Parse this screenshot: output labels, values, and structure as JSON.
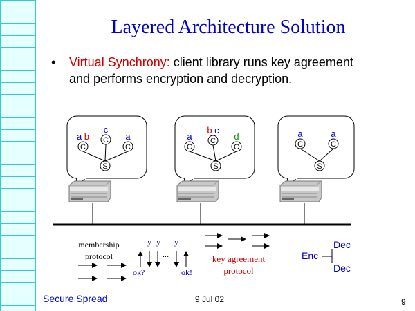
{
  "slide": {
    "title": "Layered Architecture Solution",
    "bullet": {
      "highlight": "Virtual Synchrony:",
      "text": " client library runs key agreement and performs encryption and decryption."
    }
  },
  "diagram": {
    "servers": [
      {
        "server_label": "S",
        "clients": [
          {
            "label": "C",
            "tags": [
              {
                "text": "a",
                "color": "#0000cc"
              },
              {
                "text": "b",
                "color": "#cc0000"
              }
            ]
          },
          {
            "label": "C",
            "tags": [
              {
                "text": "c",
                "color": "#0000cc"
              }
            ]
          },
          {
            "label": "C",
            "tags": [
              {
                "text": "a",
                "color": "#0000cc"
              }
            ]
          }
        ]
      },
      {
        "server_label": "S",
        "clients": [
          {
            "label": "C",
            "tags": [
              {
                "text": "a",
                "color": "#0000cc"
              }
            ]
          },
          {
            "label": "C",
            "tags": [
              {
                "text": "b",
                "color": "#cc0000"
              },
              {
                "text": "c",
                "color": "#0000cc"
              }
            ]
          },
          {
            "label": "C",
            "tags": [
              {
                "text": "d",
                "color": "#009900"
              }
            ]
          }
        ]
      },
      {
        "server_label": "S",
        "clients": [
          {
            "label": "C",
            "tags": [
              {
                "text": "a",
                "color": "#0000cc"
              }
            ]
          },
          {
            "label": "C",
            "tags": [
              {
                "text": "a",
                "color": "#0000cc"
              }
            ]
          }
        ]
      }
    ],
    "membership_label_1": "membership",
    "membership_label_2": "protocol",
    "y_labels": [
      "y",
      "y",
      "y"
    ],
    "ellipsis": "...",
    "ok_q": "ok?",
    "ok_bang": "ok!",
    "key_agreement_1": "key agreement",
    "key_agreement_2": "protocol",
    "enc": "Enc",
    "dec_top": "Dec",
    "dec_bottom": "Dec"
  },
  "footer": {
    "left": "Secure Spread",
    "center": "9 Jul 02",
    "page": "9"
  },
  "colors": {
    "title": "#0000cc",
    "highlight": "#cc0000",
    "grid_bg": "#e6ffff",
    "grid_line": "#33cccc"
  }
}
